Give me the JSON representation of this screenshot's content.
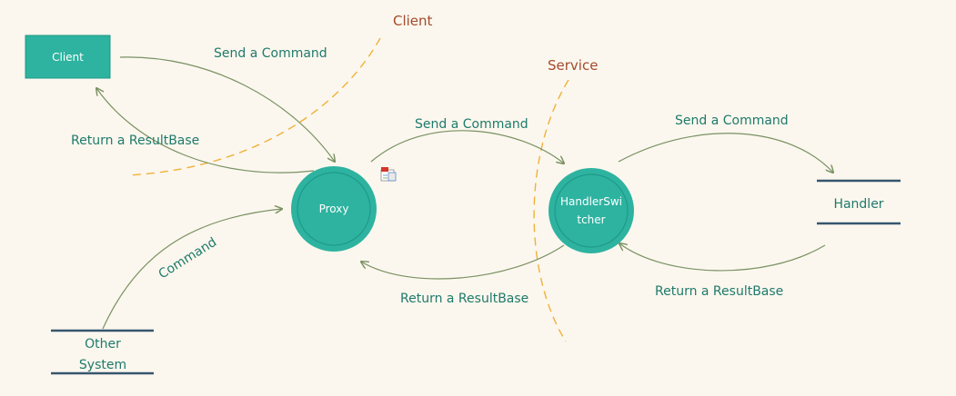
{
  "boundaries": {
    "client_label": "Client",
    "service_label": "Service"
  },
  "nodes": {
    "client": "Client",
    "proxy": "Proxy",
    "handler_switcher_line1": "HandlerSwi",
    "handler_switcher_line2": "tcher",
    "handler": "Handler",
    "other_system_line1": "Other",
    "other_system_line2": "System"
  },
  "edges": {
    "client_to_proxy": "Send a Command",
    "proxy_to_client": "Return a ResultBase",
    "proxy_to_switcher": "Send a Command",
    "switcher_to_proxy": "Return a ResultBase",
    "switcher_to_handler": "Send a Command",
    "handler_to_switcher": "Return a ResultBase",
    "other_to_proxy": "Command"
  },
  "colors": {
    "background": "#fbf7ee",
    "node_fill": "#2db3a0",
    "node_ring": "#1f9a89",
    "edge": "#7a9162",
    "edge_label": "#1f7a6b",
    "boundary_line": "#f0b13a",
    "boundary_label": "#a44a2c",
    "store_line": "#36566e"
  },
  "icons": {
    "proxy_attachment": "document-attachment-icon"
  }
}
